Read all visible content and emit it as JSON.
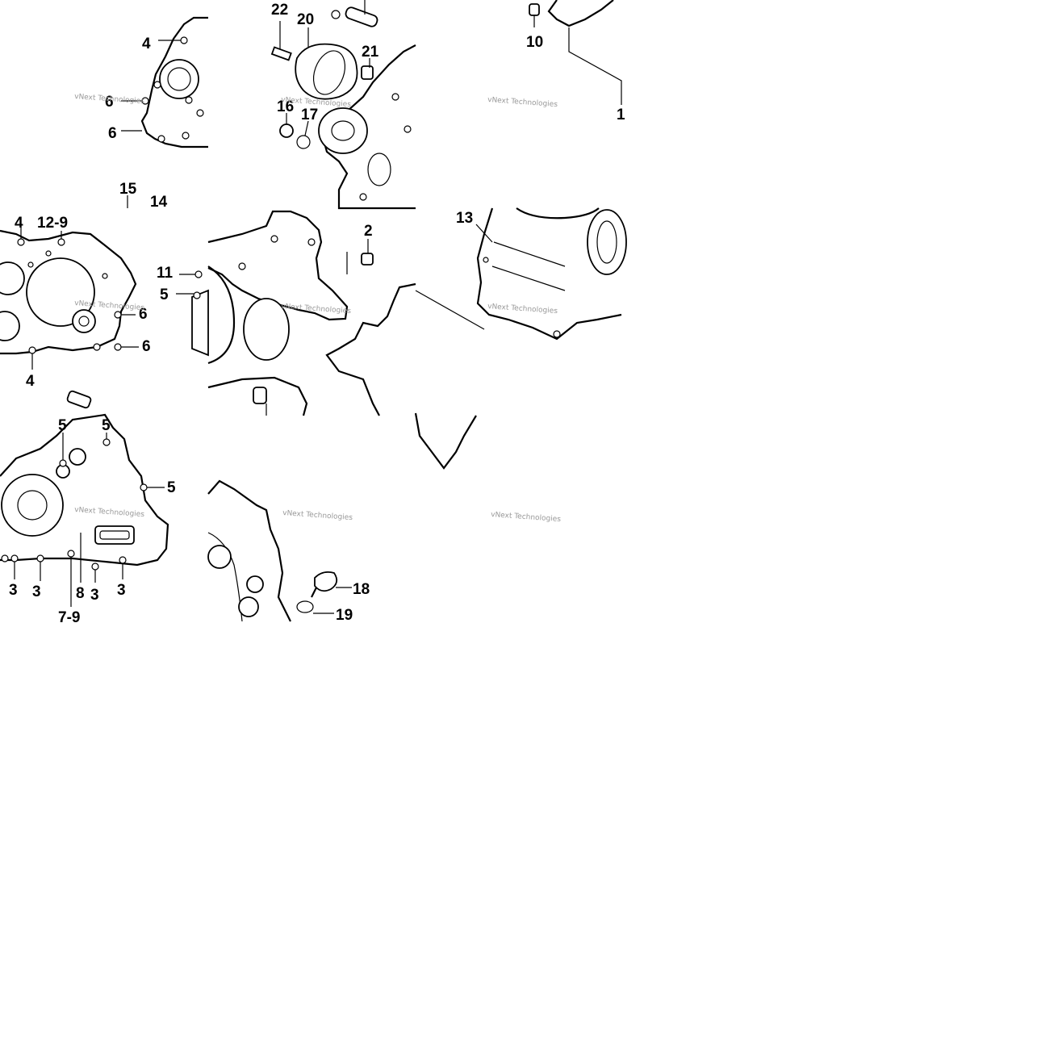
{
  "diagram": {
    "watermark": "vNext Technologies",
    "callouts": [
      "22",
      "20",
      "21",
      "16",
      "17",
      "10",
      "4",
      "6",
      "6",
      "15",
      "14",
      "4",
      "12-9",
      "11",
      "5",
      "6",
      "6",
      "4",
      "2",
      "13",
      "5",
      "5",
      "5",
      "3",
      "3",
      "3",
      "3",
      "8",
      "7-9",
      "18",
      "19",
      "1"
    ]
  }
}
